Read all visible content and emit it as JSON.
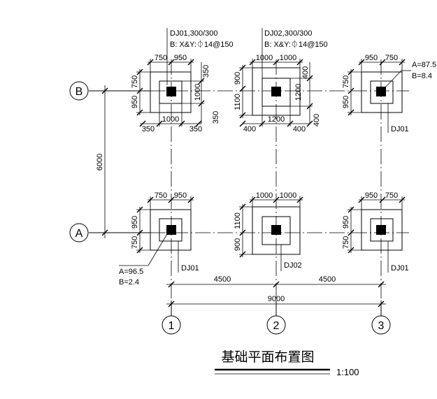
{
  "title": "基础平面布置图",
  "scale": "1:100",
  "axes": {
    "rows": [
      "B",
      "A"
    ],
    "cols": [
      "1",
      "2",
      "3"
    ]
  },
  "annotations": {
    "dj01_spec": "DJ01,300/300",
    "dj01_rebar": "B: X&Y:⏀14@150",
    "dj02_spec": "DJ02,300/300",
    "dj02_rebar": "B: X&Y:⏀14@150",
    "b3_a": "A=87.5",
    "b3_b": "B=8.4",
    "b3_tag": "DJ01",
    "a1_a": "A=96.5",
    "a1_b": "B=2.4",
    "a1_tag": "DJ01",
    "a2_tag": "DJ02",
    "a3_tag": "DJ01"
  },
  "dims": {
    "row_gap": "6000",
    "span_12": "4500",
    "span_23": "4500",
    "span_total": "9000",
    "b1_top_l": "750",
    "b1_top_r": "950",
    "b1_left_t": "750",
    "b1_left_b": "950",
    "b1_bot_mid": "1000",
    "b1_bot_l": "350",
    "b1_bot_r": "350",
    "b1_right_t": "350",
    "b1_right_mid": "1000",
    "b1_right_b": "350",
    "b2_top_l": "1000",
    "b2_top_r": "1000",
    "b2_left_t": "900",
    "b2_left_b": "1100",
    "b2_bot_mid": "1200",
    "b2_bot_l": "400",
    "b2_bot_r": "400",
    "b2_right_t": "400",
    "b2_right_mid": "1200",
    "b2_right_b": "400",
    "b3_top_l": "950",
    "b3_top_r": "750",
    "b3_left_t": "750",
    "b3_left_b": "950",
    "a1_top_l": "750",
    "a1_top_r": "950",
    "a1_left_t": "950",
    "a1_left_b": "750",
    "a2_top_l": "1000",
    "a2_top_r": "1000",
    "a2_left_t": "1100",
    "a2_left_b": "900",
    "a3_top_l": "950",
    "a3_top_r": "750",
    "a3_left_t": "950",
    "a3_left_b": "750"
  }
}
